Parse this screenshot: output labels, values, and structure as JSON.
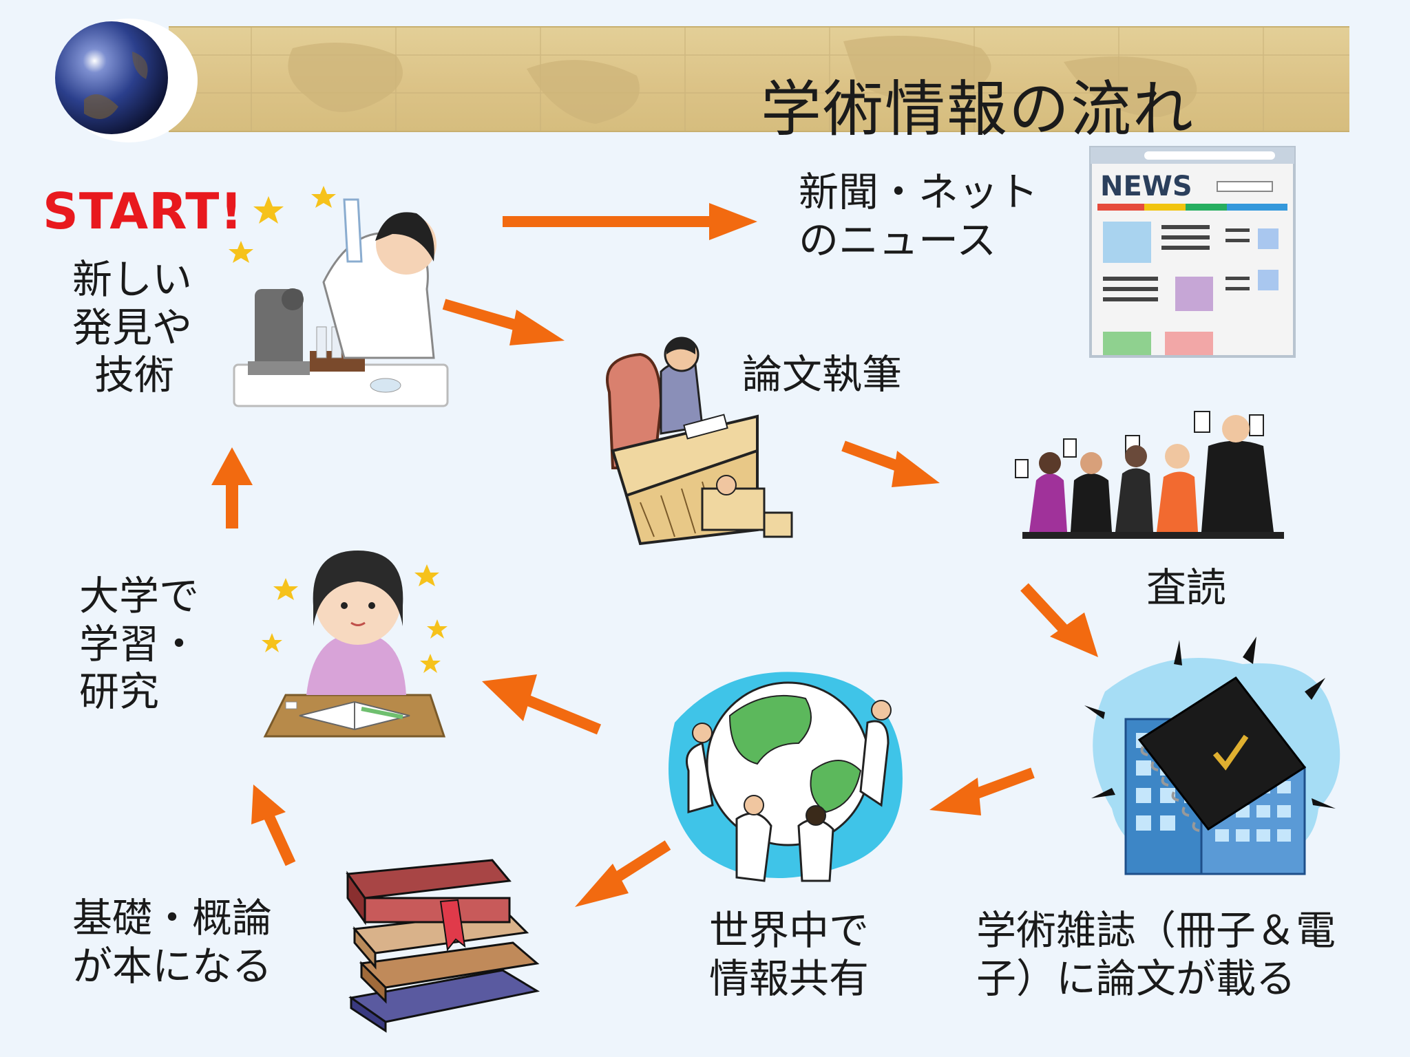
{
  "title": "学術情報の流れ",
  "start_label": "START!",
  "nodes": {
    "discovery": [
      "新しい",
      "発見や",
      "技術"
    ],
    "news": [
      "新聞・ネット",
      "のニュース"
    ],
    "writing": [
      "論文執筆"
    ],
    "review": [
      "査読"
    ],
    "journal": [
      "学術雑誌（冊子＆電",
      "子）に論文が載る"
    ],
    "sharing": [
      "世界中で",
      "情報共有"
    ],
    "books": [
      "基礎・概論",
      "が本になる"
    ],
    "study": [
      "大学で",
      "学習・",
      "研究"
    ]
  },
  "news_logo": "NEWS",
  "colors": {
    "arrow": "#f26a10",
    "start": "#e8191e",
    "background": "#eef5fc",
    "banner": "#dcc387"
  }
}
